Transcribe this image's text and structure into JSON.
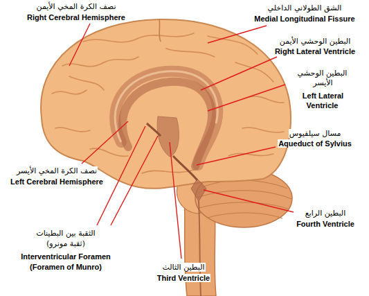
{
  "diagram": {
    "labels": [
      "نصف الكرة المخي الأيمن",
      "Right Cerebral Hemisphere",
      "الشق الطولاني الداخلي",
      "Medial Longitudinal Fissure",
      "البطين الوحشي الأيمن",
      "Right Lateral Ventricle",
      "البطين الوحشي الأيسر",
      "Left Lateral Ventricle",
      "مسال سيلفيوس",
      "Aqueduct of Sylvius",
      "نصف الكرة المخي الأيسر",
      "Left Cerebral Hemisphere",
      "البطين الرابع",
      "Fourth Ventricle",
      "الثقبة بين البطينات",
      "(ثقبة مونرو)",
      "Interventricular Foramen",
      "(Foramen of Munro)",
      "البطين الثالث",
      "Third Ventricle"
    ]
  }
}
